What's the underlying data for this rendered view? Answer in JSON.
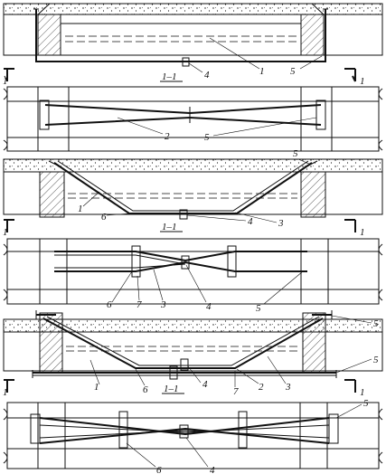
{
  "views": [
    {
      "name": "section-top",
      "markers": [
        "4",
        "1",
        "5"
      ],
      "section_mark": "1–1",
      "cut_marks": [
        "1",
        "1"
      ]
    },
    {
      "name": "plan-top",
      "markers": [
        "2",
        "5"
      ]
    },
    {
      "name": "section-middle",
      "markers": [
        "5",
        "1",
        "6",
        "4",
        "3"
      ],
      "section_mark": "1–1",
      "cut_marks": [
        "1",
        "1"
      ]
    },
    {
      "name": "plan-middle",
      "markers": [
        "6",
        "7",
        "3",
        "4",
        "5"
      ]
    },
    {
      "name": "section-bottom",
      "markers": [
        "5",
        "5",
        "1",
        "6",
        "4",
        "7",
        "2",
        "3"
      ],
      "section_mark": "1–1",
      "cut_marks": [
        "1",
        "1"
      ]
    },
    {
      "name": "plan-bottom",
      "markers": [
        "5",
        "6",
        "4"
      ]
    }
  ]
}
